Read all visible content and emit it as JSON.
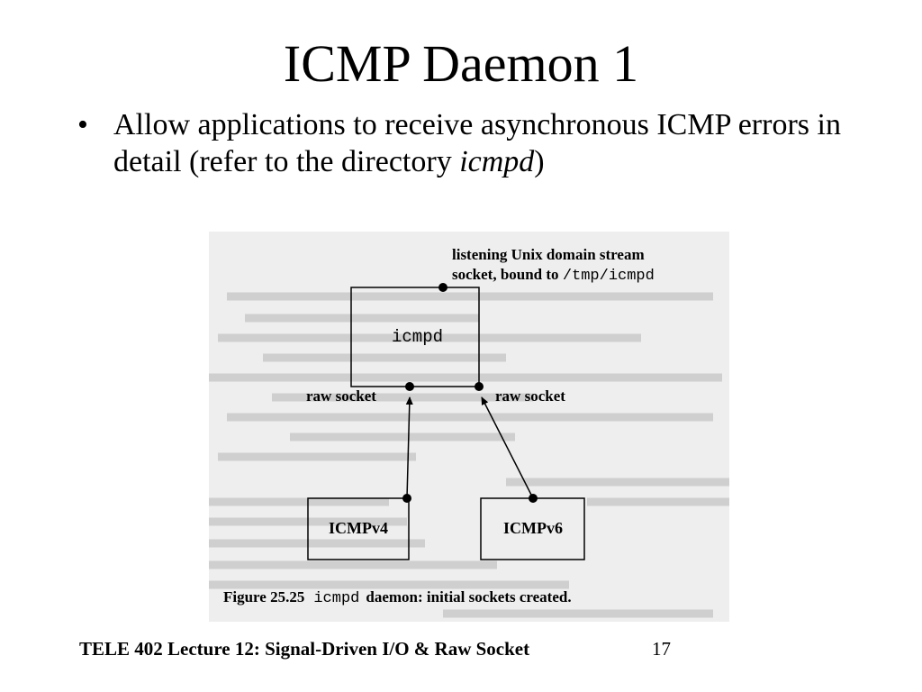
{
  "slide": {
    "title": "ICMP Daemon 1",
    "bullets": [
      {
        "text_before": "Allow applications to receive asynchronous ICMP errors in detail (refer to the directory ",
        "emphasis": "icmpd",
        "text_after": ")"
      }
    ]
  },
  "figure": {
    "listening_label_line1": "listening Unix domain stream",
    "listening_label_line2": "socket, bound to",
    "socket_path": "/tmp/icmpd",
    "icmpd_box_label": "icmpd",
    "raw_socket_left": "raw socket",
    "raw_socket_right": "raw socket",
    "icmpv4_label": "ICMPv4",
    "icmpv6_label": "ICMPv6",
    "caption_prefix": "Figure 25.25",
    "caption_mono": "icmpd",
    "caption_rest": "daemon: initial sockets created."
  },
  "footer": {
    "text": "TELE 402 Lecture 12: Signal-Driven I/O & Raw Socket",
    "page_number": "17"
  }
}
